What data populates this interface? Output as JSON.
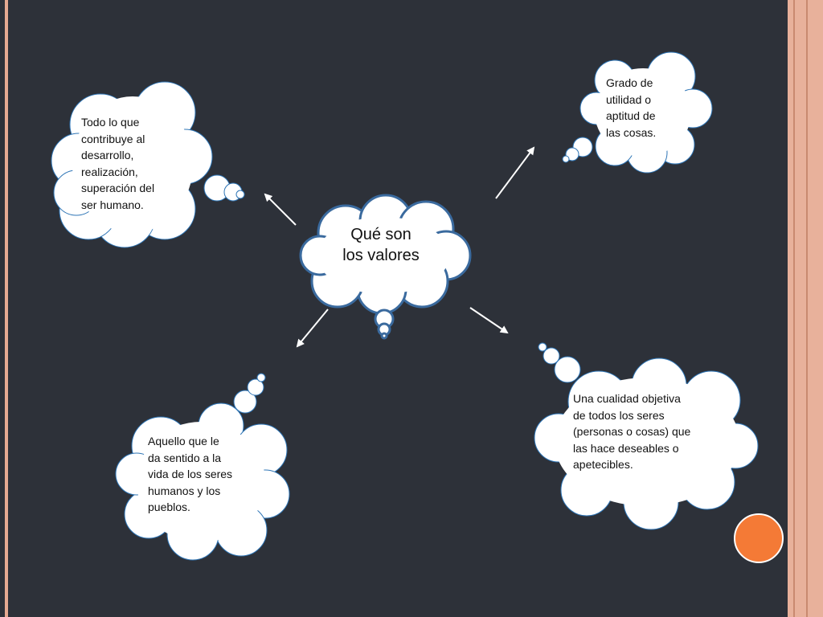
{
  "center": {
    "text": "Qué son\nlos valores"
  },
  "bubbles": [
    {
      "text": "Todo lo que\ncontribuye al\ndesarrollo,\nrealización,\nsuperación del\nser humano."
    },
    {
      "text": "Grado de\nutilidad o\naptitud de\nlas cosas."
    },
    {
      "text": "Aquello que le\nda sentido a la\nvida de los seres\nhumanos y los\npueblos."
    },
    {
      "text": "Una cualidad objetiva\nde todos los seres\n(personas o cosas) que\nlas hace deseables o\napetecibles."
    }
  ],
  "colors": {
    "background": "#2d3139",
    "cloud_fill": "#ffffff",
    "cloud_stroke": "#2e75b6",
    "center_stroke": "#3a6a9e",
    "arrow": "#ffffff",
    "accent_circle": "#f47a36",
    "border_stripe": "#e6aa92"
  }
}
